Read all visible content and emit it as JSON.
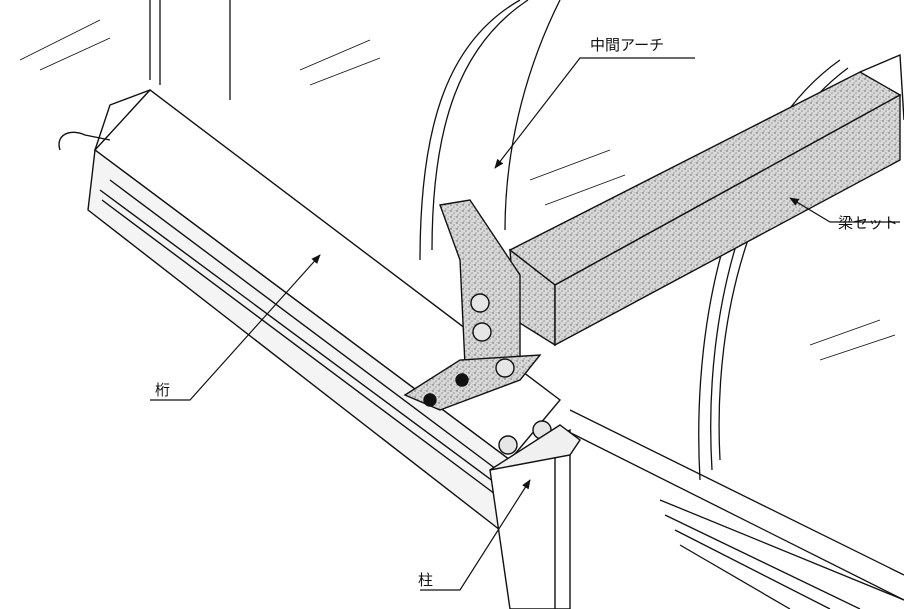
{
  "labels": {
    "intermediate_arch": "中間アーチ",
    "beam_set": "梁セット",
    "girder": "桁",
    "column": "柱"
  },
  "colors": {
    "ink": "#111111",
    "paper": "#ffffff",
    "stipple": "#9a9a9a"
  }
}
